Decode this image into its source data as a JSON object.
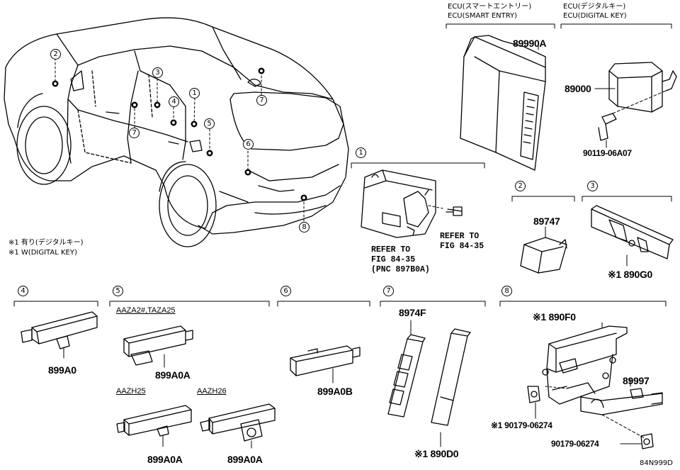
{
  "diagram_code": "84N999D",
  "legend": {
    "line1": "※1 有り(デジタルキー)",
    "line2": "※1 W(DIGITAL KEY)"
  },
  "ecu_smart": {
    "jp": "ECU(スマートエントリー)",
    "en": "ECU(SMART ENTRY)",
    "part": "89990A"
  },
  "ecu_digital": {
    "jp": "ECU(デジタルキー)",
    "en": "ECU(DIGITAL KEY)",
    "part": "89000",
    "bolt": "90119-06A07"
  },
  "car_callouts": [
    "1",
    "2",
    "3",
    "4",
    "5",
    "6",
    "7",
    "7",
    "8"
  ],
  "group1": {
    "num": "1",
    "ref_right": [
      "REFER TO",
      "FIG 84-35"
    ],
    "ref_bottom": [
      "REFER TO",
      "FIG 84-35",
      "(PNC 897B0A)"
    ]
  },
  "group2": {
    "num": "2",
    "part": "89747"
  },
  "group3": {
    "num": "3",
    "part": "※1 890G0"
  },
  "group4": {
    "num": "4",
    "part": "899A0"
  },
  "group5": {
    "num": "5",
    "sub1": "AAZA2#,TAZA25",
    "part1": "899A0A",
    "sub2": "AAZH25",
    "part2": "899A0A",
    "sub3": "AAZH26",
    "part3": "899A0A"
  },
  "group6": {
    "num": "6",
    "part": "899A0B"
  },
  "group7": {
    "num": "7",
    "part1": "8974F",
    "part2": "※1 890D0"
  },
  "group8": {
    "num": "8",
    "part1": "※1 890F0",
    "part2": "89997",
    "bolt1": "※1 90179-06274",
    "bolt2": "90179-06274"
  }
}
